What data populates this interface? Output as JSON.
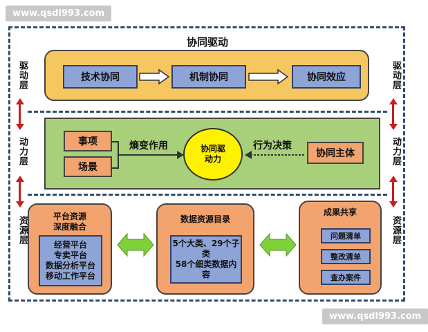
{
  "watermarks": {
    "top": "www.qsdl993.com",
    "bottom": "www.qsdl993.com"
  },
  "side_labels": {
    "left": [
      "驱动层",
      "动力层",
      "资源层"
    ],
    "right": [
      "驱动层",
      "动力层",
      "资源层"
    ]
  },
  "drive_layer": {
    "title": "协同驱动",
    "steps": [
      "技术协同",
      "机制协同",
      "协同效应"
    ]
  },
  "power_layer": {
    "left_items": [
      "事项",
      "场景"
    ],
    "left_arrow_label": "熵变作用",
    "center_lines": [
      "协同驱",
      "动力"
    ],
    "right_arrow_label": "行为决策",
    "right_item": "协同主体"
  },
  "resource_layer": {
    "platform": {
      "title_lines": [
        "平台资源",
        "深度融合"
      ],
      "items": [
        "经营平台",
        "专卖平台",
        "数据分析平台",
        "移动工作平台"
      ]
    },
    "catalog": {
      "title": "数据资源目录",
      "lines": [
        "5个大类、29个子类",
        "58个细类数据内容"
      ]
    },
    "results": {
      "title": "成果共享",
      "items": [
        "问题清单",
        "整改清单",
        "查办案件"
      ]
    }
  },
  "colors": {
    "dashed_border": "#2f4b6b",
    "drive_band": "#f6c760",
    "power_band": "#a8cf7a",
    "box_blue": "#8fa4d6",
    "box_orange": "#f2a36e",
    "core_yellow": "#fff200",
    "arrow_red": "#c81e1e",
    "arrow_green": "#7fd13a"
  }
}
